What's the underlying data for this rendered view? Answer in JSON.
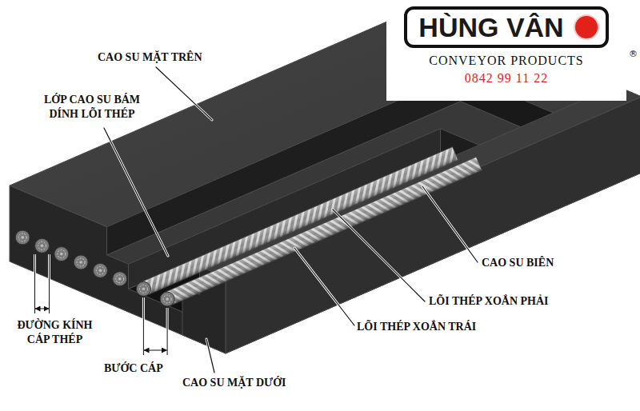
{
  "diagram": {
    "nodes": [
      {
        "text": [
          "HÙNG VÂN",
          "CONVEYOR PRODUCTS",
          "0842 99 11 22"
        ]
      }
    ],
    "labels": [
      "®",
      "CAO SU MẶT TRÊN",
      "LỚP CAO SU BÁM DÍNH LÕI THÉP",
      "CAO SU BIÊN",
      "LÕI THÉP XOẮN PHẢI",
      "ĐƯỜNG KÍNH CÁP THÉP",
      "LÕI THÉP XOẮN TRÁI",
      "BƯỚC CÁP",
      "CAO SU MẶT DƯỚI"
    ]
  }
}
